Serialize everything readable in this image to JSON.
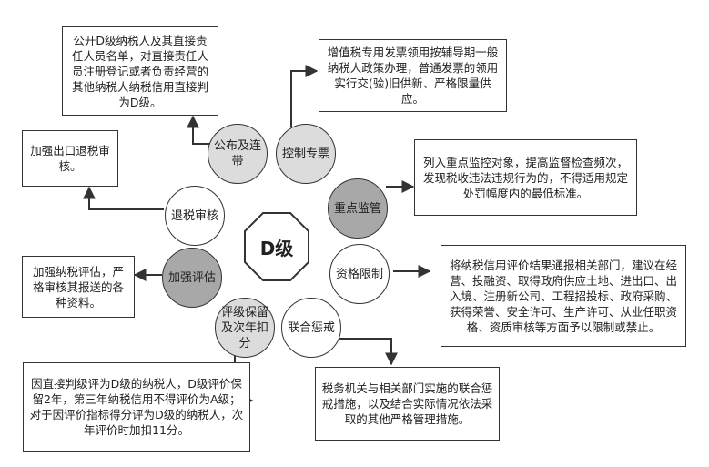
{
  "center": {
    "label": "D级"
  },
  "nodes": {
    "gongbu": "公布及连带",
    "kongzhi": "控制专票",
    "zhongdian": "重点监管",
    "zige": "资格限制",
    "lianhe": "联合惩戒",
    "pingji": "评级保留及次年扣分",
    "jiaqiang": "加强评估",
    "tuishui": "退税审核"
  },
  "boxes": {
    "gongbu": "公开D级纳税人及其直接责任人员名单，对直接责任人员注册登记或者负责经营的其他纳税人纳税信用直接判为D级。",
    "kongzhi": "增值税专用发票领用按辅导期一般纳税人政策办理，普通发票的领用实行交(验)旧供新、严格限量供应。",
    "zhongdian": "列入重点监控对象，提高监督检查频次，发现税收违法违规行为的，不得适用规定处罚幅度内的最低标准。",
    "zige": "将纳税信用评价结果通报相关部门，建议在经营、投融资、取得政府供应土地、进出口、出入境、注册新公司、工程招投标、政府采购、获得荣誉、安全许可、生产许可、从业任职资格、资质审核等方面予以限制或禁止。",
    "lianhe": "税务机关与相关部门实施的联合惩戒措施，以及结合实际情况依法采取的其他严格管理措施。",
    "pingji": "因直接判级评为D级的纳税人，D级评价保留2年，第三年纳税信用不得评价为A级；对于因评价指标得分评为D级的纳税人，次年评价时加扣11分。",
    "jiaqiang": "加强纳税评估，严格审核其报送的各种资料。",
    "tuishui": "加强出口退税审核。"
  }
}
